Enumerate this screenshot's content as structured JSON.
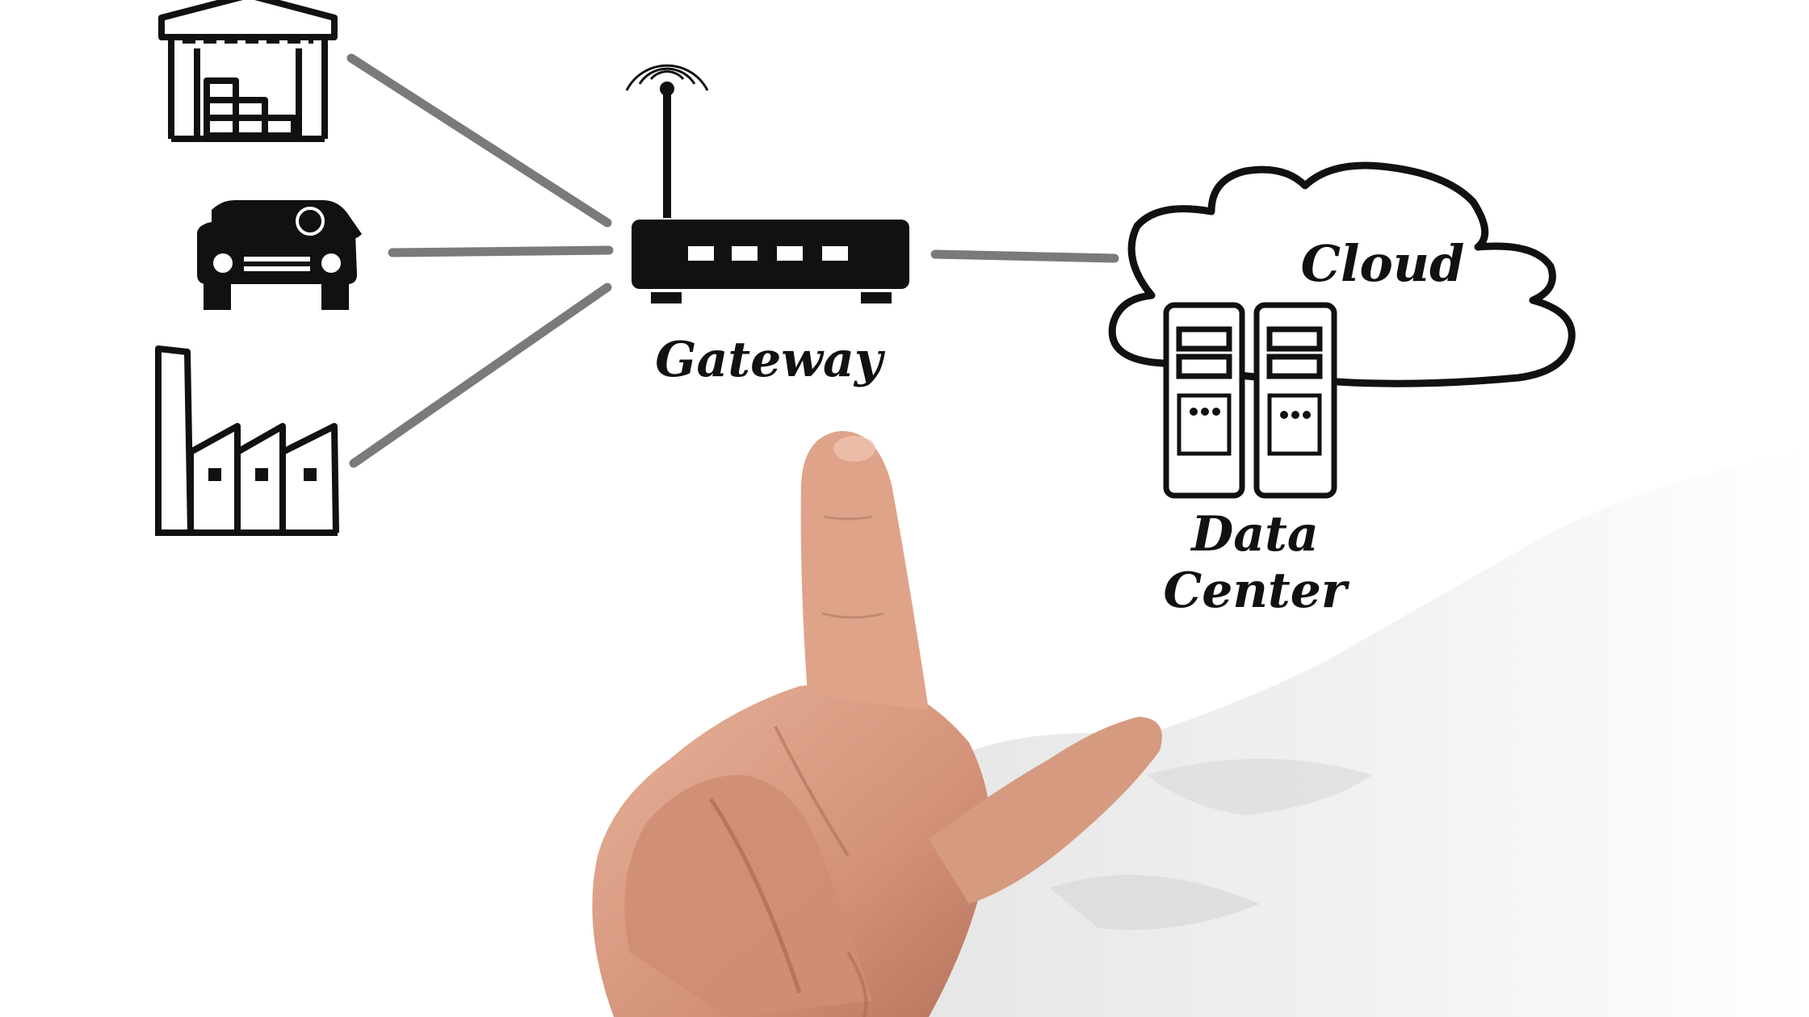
{
  "diagram": {
    "labels": {
      "gateway": "Gateway",
      "cloud": "Cloud",
      "data_center_line1": "Data",
      "data_center_line2": "Center"
    },
    "icons": {
      "sources": [
        "warehouse-icon",
        "car-icon",
        "factory-icon"
      ],
      "hub": "router-icon",
      "destination": [
        "cloud-icon",
        "server-icon"
      ]
    },
    "colors": {
      "icon": "#111111",
      "connector": "#7a7a7a",
      "skin": "#d89a80",
      "sleeve": "#eeeeee",
      "background": "#ffffff"
    }
  }
}
